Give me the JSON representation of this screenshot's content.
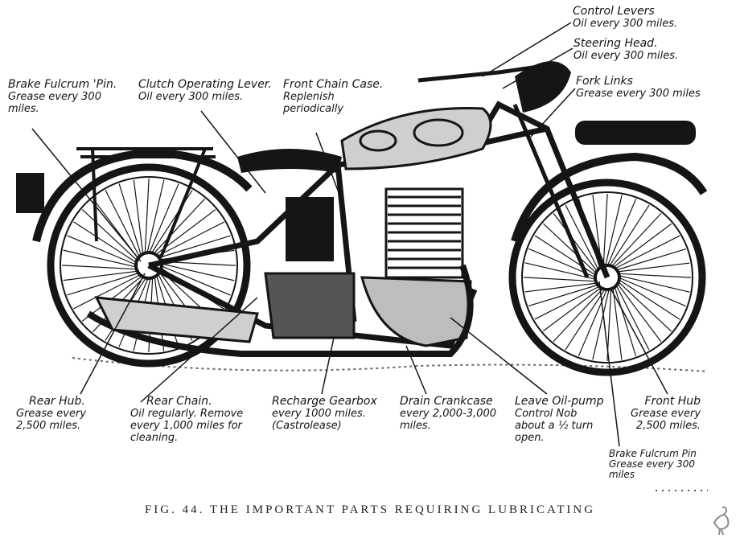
{
  "colors": {
    "ink": "#151515",
    "paper": "#ffffff",
    "tank_metal": "#cfcfcf"
  },
  "labels": {
    "control_levers": {
      "title": "Control Levers",
      "note": "Oil every 300 miles."
    },
    "steering_head": {
      "title": "Steering Head.",
      "note": "Oil every 300 miles."
    },
    "fork_links": {
      "title": "Fork Links",
      "note": "Grease every 300 miles"
    },
    "brake_fulcrum_rear": {
      "title": "Brake Fulcrum 'Pin.",
      "note": "Grease every 300",
      "note2": "miles."
    },
    "clutch_lever": {
      "title": "Clutch Operating Lever.",
      "note": "Oil every 300 miles."
    },
    "front_chain_case": {
      "title": "Front Chain Case.",
      "note": "Replenish",
      "note2": "periodically"
    },
    "rear_hub": {
      "title": "Rear Hub.",
      "note": "Grease every",
      "note2": "2,500 miles."
    },
    "rear_chain": {
      "title": "Rear Chain.",
      "note": "Oil regularly. Remove",
      "note2": "every 1,000 miles for",
      "note3": "cleaning."
    },
    "gearbox": {
      "title": "Recharge Gearbox",
      "note": "every 1000 miles.",
      "note2": "(Castrolease)"
    },
    "crankcase": {
      "title": "Drain Crankcase",
      "note": "every 2,000-3,000",
      "note2": "miles."
    },
    "oil_pump": {
      "title": "Leave Oil-pump",
      "note": "Control Nob",
      "note2": "about a ½ turn",
      "note3": "open."
    },
    "front_hub": {
      "title": "Front Hub",
      "note": "Grease every",
      "note2": "2,500 miles."
    },
    "brake_fulcrum_front": {
      "title": "Brake Fulcrum Pin",
      "note": "Grease every 300",
      "note2": "miles"
    }
  },
  "caption": "FIG. 44. THE IMPORTANT PARTS REQUIRING LUBRICATING",
  "logo": {
    "icon": "emu-bird-icon"
  }
}
